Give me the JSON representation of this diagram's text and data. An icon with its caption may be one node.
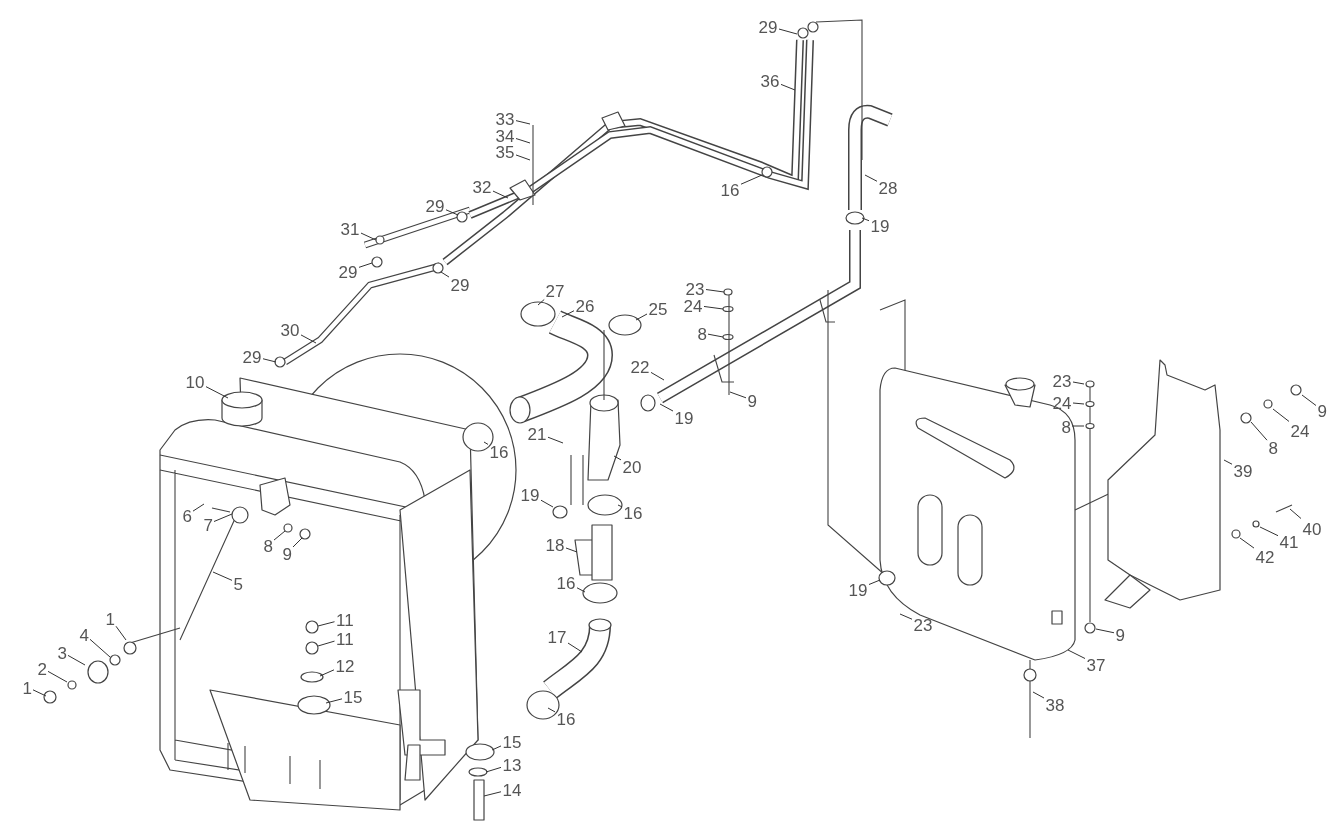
{
  "diagram": {
    "nodes": [
      {
        "text": [
          "1"
        ]
      },
      {
        "text": [
          "2"
        ]
      },
      {
        "text": [
          "3"
        ]
      },
      {
        "text": [
          "4"
        ]
      },
      {
        "text": [
          "1"
        ]
      },
      {
        "text": [
          "5"
        ]
      },
      {
        "text": [
          "6"
        ]
      },
      {
        "text": [
          "7"
        ]
      },
      {
        "text": [
          "8"
        ]
      },
      {
        "text": [
          "9"
        ]
      },
      {
        "text": [
          "10"
        ]
      },
      {
        "text": [
          "11"
        ]
      },
      {
        "text": [
          "11"
        ]
      },
      {
        "text": [
          "12"
        ]
      },
      {
        "text": [
          "15"
        ]
      },
      {
        "text": [
          "16"
        ]
      },
      {
        "text": [
          "17"
        ]
      },
      {
        "text": [
          "16"
        ]
      },
      {
        "text": [
          "15"
        ]
      },
      {
        "text": [
          "13"
        ]
      },
      {
        "text": [
          "14"
        ]
      },
      {
        "text": [
          "18"
        ]
      },
      {
        "text": [
          "19"
        ]
      },
      {
        "text": [
          "16"
        ]
      },
      {
        "text": [
          "16"
        ]
      },
      {
        "text": [
          "21"
        ]
      },
      {
        "text": [
          "20"
        ]
      },
      {
        "text": [
          "22"
        ]
      },
      {
        "text": [
          "19"
        ]
      },
      {
        "text": [
          "23"
        ]
      },
      {
        "text": [
          "24"
        ]
      },
      {
        "text": [
          "8"
        ]
      },
      {
        "text": [
          "9"
        ]
      },
      {
        "text": [
          "25"
        ]
      },
      {
        "text": [
          "26"
        ]
      },
      {
        "text": [
          "27"
        ]
      },
      {
        "text": [
          "28"
        ]
      },
      {
        "text": [
          "19"
        ]
      },
      {
        "text": [
          "16"
        ]
      },
      {
        "text": [
          "36"
        ]
      },
      {
        "text": [
          "29"
        ]
      },
      {
        "text": [
          "33"
        ]
      },
      {
        "text": [
          "34"
        ]
      },
      {
        "text": [
          "35"
        ]
      },
      {
        "text": [
          "32"
        ]
      },
      {
        "text": [
          "31"
        ]
      },
      {
        "text": [
          "29"
        ]
      },
      {
        "text": [
          "29"
        ]
      },
      {
        "text": [
          "29"
        ]
      },
      {
        "text": [
          "30"
        ]
      },
      {
        "text": [
          "29"
        ]
      },
      {
        "text": [
          "23"
        ]
      },
      {
        "text": [
          "24"
        ]
      },
      {
        "text": [
          "8"
        ]
      },
      {
        "text": [
          "9"
        ]
      },
      {
        "text": [
          "24"
        ]
      },
      {
        "text": [
          "8"
        ]
      },
      {
        "text": [
          "39"
        ]
      },
      {
        "text": [
          "40"
        ]
      },
      {
        "text": [
          "41"
        ]
      },
      {
        "text": [
          "42"
        ]
      },
      {
        "text": [
          "9"
        ]
      },
      {
        "text": [
          "37"
        ]
      },
      {
        "text": [
          "38"
        ]
      },
      {
        "text": [
          "19"
        ]
      },
      {
        "text": [
          "23"
        ]
      },
      {
        "text": [],
        "shape": "picture"
      }
    ],
    "edges": [
      {
        "from": 0,
        "to": null,
        "arrow": "none"
      },
      {
        "from": 1,
        "to": null,
        "arrow": "none"
      },
      {
        "from": 2,
        "to": null,
        "arrow": "none"
      },
      {
        "from": 3,
        "to": null,
        "arrow": "none"
      },
      {
        "from": 4,
        "to": null,
        "arrow": "none"
      },
      {
        "from": 5,
        "to": null,
        "arrow": "none"
      },
      {
        "from": 6,
        "to": null,
        "arrow": "none"
      },
      {
        "from": 7,
        "to": null,
        "arrow": "none"
      },
      {
        "from": 8,
        "to": null,
        "arrow": "none"
      },
      {
        "from": 9,
        "to": null,
        "arrow": "none"
      },
      {
        "from": 10,
        "to": null,
        "arrow": "none"
      },
      {
        "from": 11,
        "to": null,
        "arrow": "none"
      },
      {
        "from": 12,
        "to": null,
        "arrow": "none"
      },
      {
        "from": 13,
        "to": null,
        "arrow": "none"
      },
      {
        "from": 14,
        "to": null,
        "arrow": "none"
      },
      {
        "from": 15,
        "to": null,
        "arrow": "none"
      },
      {
        "from": 16,
        "to": null,
        "arrow": "none"
      },
      {
        "from": 17,
        "to": null,
        "arrow": "none"
      },
      {
        "from": 18,
        "to": null,
        "arrow": "none"
      },
      {
        "from": 19,
        "to": null,
        "arrow": "none"
      },
      {
        "from": 20,
        "to": null,
        "arrow": "none"
      },
      {
        "from": 21,
        "to": null,
        "arrow": "none"
      },
      {
        "from": 22,
        "to": null,
        "arrow": "none"
      },
      {
        "from": 23,
        "to": null,
        "arrow": "none"
      },
      {
        "from": 24,
        "to": null,
        "arrow": "none"
      },
      {
        "from": 25,
        "to": null,
        "arrow": "none"
      },
      {
        "from": 26,
        "to": null,
        "arrow": "none"
      },
      {
        "from": 27,
        "to": null,
        "arrow": "none"
      },
      {
        "from": 28,
        "to": null,
        "arrow": "none"
      },
      {
        "from": 29,
        "to": null,
        "arrow": "none"
      },
      {
        "from": 30,
        "to": null,
        "arrow": "none"
      },
      {
        "from": 31,
        "to": null,
        "arrow": "none"
      },
      {
        "from": 32,
        "to": null,
        "arrow": "none"
      },
      {
        "from": 33,
        "to": null,
        "arrow": "none"
      },
      {
        "from": 34,
        "to": null,
        "arrow": "none"
      },
      {
        "from": 35,
        "to": null,
        "arrow": "none"
      },
      {
        "from": 36,
        "to": null,
        "arrow": "none"
      },
      {
        "from": 37,
        "to": null,
        "arrow": "none"
      },
      {
        "from": 38,
        "to": null,
        "arrow": "none"
      },
      {
        "from": 39,
        "to": null,
        "arrow": "none"
      },
      {
        "from": 40,
        "to": null,
        "arrow": "none"
      },
      {
        "from": 41,
        "to": null,
        "arrow": "none"
      },
      {
        "from": 42,
        "to": null,
        "arrow": "none"
      },
      {
        "from": 43,
        "to": null,
        "arrow": "none"
      },
      {
        "from": 44,
        "to": null,
        "arrow": "none"
      },
      {
        "from": 45,
        "to": null,
        "arrow": "none"
      },
      {
        "from": 46,
        "to": null,
        "arrow": "none"
      },
      {
        "from": 47,
        "to": null,
        "arrow": "none"
      },
      {
        "from": 48,
        "to": null,
        "arrow": "none"
      },
      {
        "from": 49,
        "to": null,
        "arrow": "none"
      },
      {
        "from": 50,
        "to": null,
        "arrow": "none"
      },
      {
        "from": 51,
        "to": 66,
        "arrow": "none"
      },
      {
        "from": 52,
        "to": 66,
        "arrow": "none"
      },
      {
        "from": 53,
        "to": 66,
        "arrow": "none"
      },
      {
        "from": 54,
        "to": null,
        "arrow": "none"
      },
      {
        "from": 55,
        "to": null,
        "arrow": "none"
      },
      {
        "from": 56,
        "to": null,
        "arrow": "none"
      },
      {
        "from": 57,
        "to": null,
        "arrow": "none"
      },
      {
        "from": 58,
        "to": null,
        "arrow": "none"
      },
      {
        "from": 59,
        "to": null,
        "arrow": "none"
      },
      {
        "from": 60,
        "to": null,
        "arrow": "none"
      },
      {
        "from": 61,
        "to": 66,
        "arrow": "none"
      },
      {
        "from": 62,
        "to": null,
        "arrow": "none"
      },
      {
        "from": 63,
        "to": null,
        "arrow": "none"
      },
      {
        "from": 64,
        "to": null,
        "arrow": "none"
      },
      {
        "from": 65,
        "to": null,
        "arrow": "none"
      }
    ]
  }
}
